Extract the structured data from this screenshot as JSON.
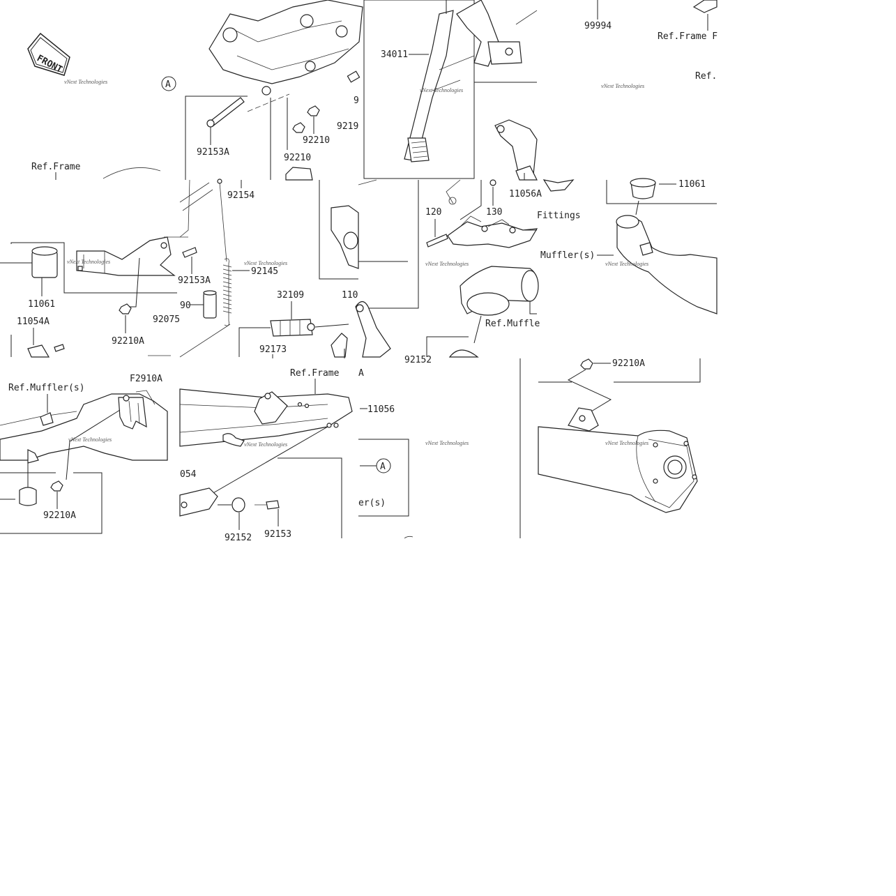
{
  "diagram": {
    "front_badge": "FRONT",
    "watermark": "vNext Technologies",
    "circle_ref": "A",
    "labels": {
      "t1_92153A": "92153A",
      "t1_92210a": "92210",
      "t1_92210b": "92210",
      "t1_92154": "92154",
      "t1_9219": "9219",
      "t1_9": "9",
      "t1_refframe": "Ref.Frame",
      "t2_34011": "34011",
      "t2_120": "120",
      "t2_130": "130",
      "t2_11056a": "11056A",
      "t2_fittings": "Fittings",
      "t3_99994": "99994",
      "t3_refframe": "Ref.Frame F",
      "t3_ref": "Ref.",
      "t4_11061": "11061",
      "t4_muffler": "Muffler(s)",
      "t5_11061": "11061",
      "t5_92153A": "92153A",
      "t5_92210A": "92210A",
      "t5_92075": "92075",
      "t5_11054A": "11054A",
      "t5_90": "90",
      "t6_92145": "92145",
      "t6_32109": "32109",
      "t6_92173": "92173",
      "t6_110": "110",
      "t7_refmuffler": "Ref.Muffle",
      "t7_92152": "92152",
      "t8_92210A": "92210A",
      "t9_refmuffler": "Ref.Muffler(s)",
      "t9_f2910A": "F2910A",
      "t9_92210A": "92210A",
      "t10_refframe": "Ref.Frame",
      "t10_11056": "11056",
      "t10_054": "054",
      "t10_92152": "92152",
      "t10_92153": "92153",
      "t10_A": "A",
      "t11_ers": "er(s)"
    }
  }
}
